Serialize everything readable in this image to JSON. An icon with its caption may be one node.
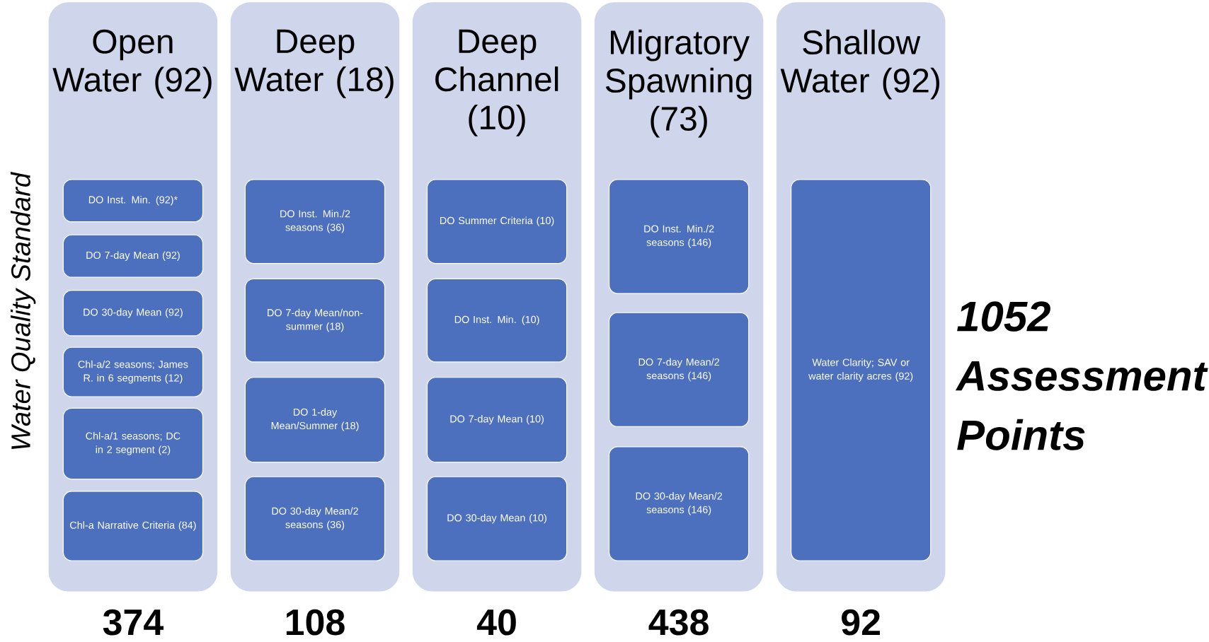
{
  "diagram": {
    "nodes": [
      {
        "text": [
          "Open Water (92)"
        ],
        "beside": [
          "374"
        ]
      },
      {
        "text": [
          "DO Inst. Min. (92)*"
        ],
        "in": 0
      },
      {
        "text": [
          "DO 7-day Mean (92)"
        ],
        "in": 0
      },
      {
        "text": [
          "DO 30-day Mean (92)"
        ],
        "in": 0
      },
      {
        "text": [
          "Chl-a/2 seasons; James R. in 6 segments (12)"
        ],
        "in": 0
      },
      {
        "text": [
          "Chl-a/1 seasons; DC in 2 segment (2)"
        ],
        "in": 0
      },
      {
        "text": [
          "Chl-a Narrative Criteria (84)"
        ],
        "in": 0
      },
      {
        "text": [
          "Deep Water (18)"
        ],
        "beside": [
          "108"
        ]
      },
      {
        "text": [
          "DO Inst. Min./2 seasons (36)"
        ],
        "in": 7
      },
      {
        "text": [
          "DO 7-day Mean/non-summer (18)"
        ],
        "in": 7
      },
      {
        "text": [
          "DO 1-day Mean/Summer (18)"
        ],
        "in": 7
      },
      {
        "text": [
          "DO 30-day Mean/2 seasons (36)"
        ],
        "in": 7
      },
      {
        "text": [
          "Deep Channel (10)"
        ],
        "beside": [
          "40"
        ]
      },
      {
        "text": [
          "DO Summer Criteria (10)"
        ],
        "in": 12
      },
      {
        "text": [
          "DO Inst. Min. (10)"
        ],
        "in": 12
      },
      {
        "text": [
          "DO 7-day Mean (10)"
        ],
        "in": 12
      },
      {
        "text": [
          "DO 30-day Mean (10)"
        ],
        "in": 12
      },
      {
        "text": [
          "Migratory Spawning (73)"
        ],
        "beside": [
          "438"
        ]
      },
      {
        "text": [
          "DO Inst. Min./2 seasons (146)"
        ],
        "in": 17
      },
      {
        "text": [
          "DO 7-day Mean/2 seasons (146)"
        ],
        "in": 17
      },
      {
        "text": [
          "DO 30-day Mean/2 seasons (146)"
        ],
        "in": 17
      },
      {
        "text": [
          "Shallow Water (92)"
        ],
        "beside": [
          "92"
        ]
      },
      {
        "text": [
          "Water Clarity; SAV or water clarity acres (92)"
        ],
        "in": 21
      }
    ],
    "labels": [
      "Water Quality Standard",
      "1052 Assessment Points"
    ]
  }
}
